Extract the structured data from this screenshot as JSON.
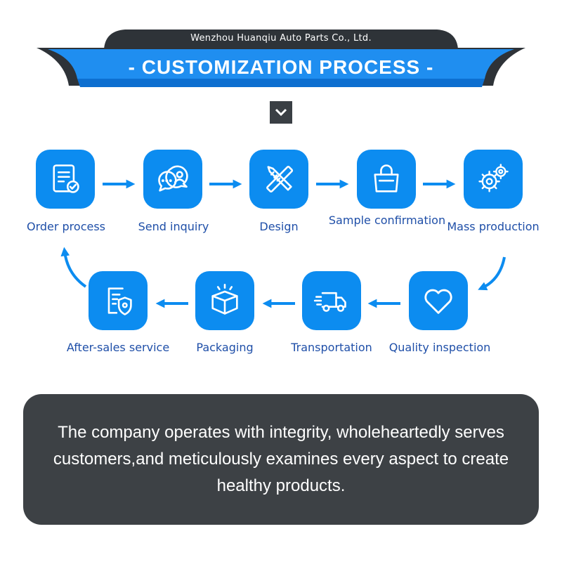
{
  "header": {
    "company": "Wenzhou Huanqiu Auto Parts Co., Ltd.",
    "title": "- CUSTOMIZATION PROCESS -"
  },
  "steps": [
    {
      "label": "Order process",
      "icon": "order-document-icon"
    },
    {
      "label": "Send inquiry",
      "icon": "chat-inquiry-icon"
    },
    {
      "label": "Design",
      "icon": "pencil-ruler-icon"
    },
    {
      "label": "Sample confirmation",
      "icon": "shopping-bag-icon"
    },
    {
      "label": "Mass production",
      "icon": "gears-icon"
    },
    {
      "label": "Quality inspection",
      "icon": "heart-icon"
    },
    {
      "label": "Transportation",
      "icon": "delivery-truck-icon"
    },
    {
      "label": "Packaging",
      "icon": "package-box-icon"
    },
    {
      "label": "After-sales service",
      "icon": "shield-document-icon"
    }
  ],
  "footer": {
    "text": "The company operates with integrity, wholeheartedly serves customers,and meticulously examines every aspect to create healthy products."
  },
  "colors": {
    "accent": "#0c8cf0",
    "label": "#1f4fa8",
    "dark": "#3d4145",
    "banner_dark": "#2e3338"
  }
}
